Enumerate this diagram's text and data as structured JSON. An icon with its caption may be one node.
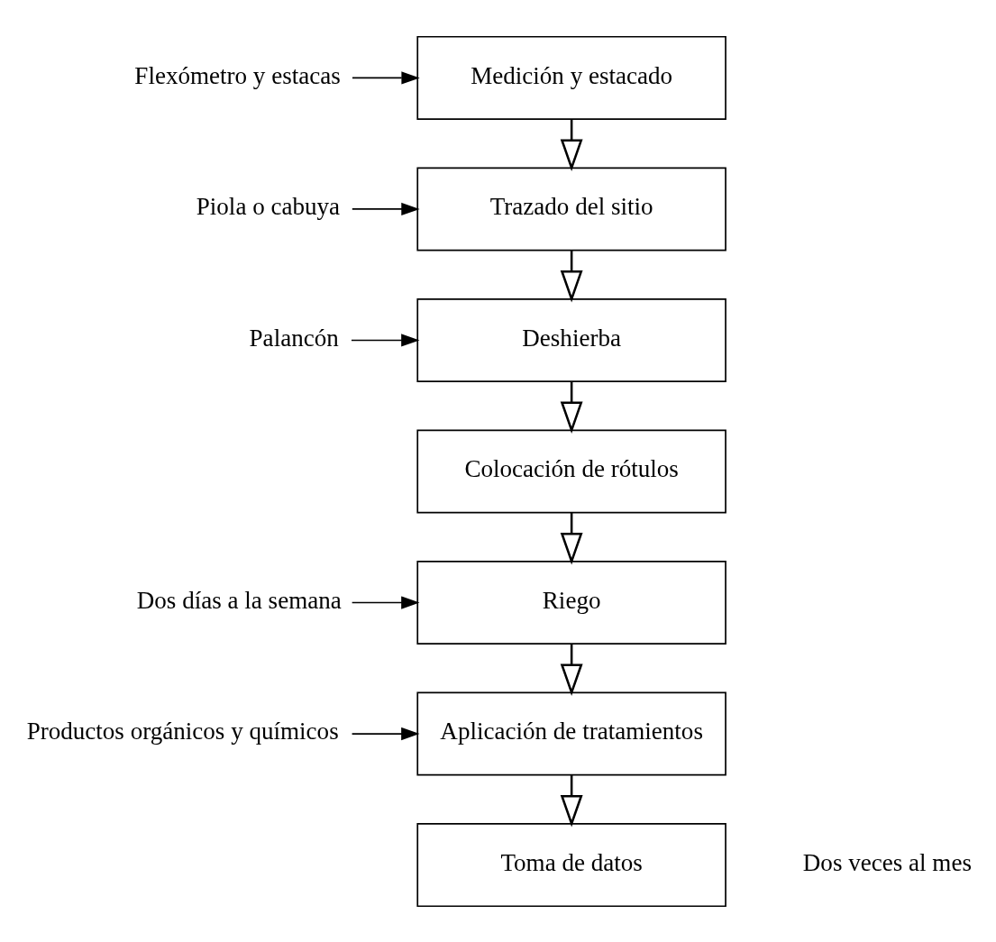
{
  "diagram": {
    "nodes": [
      {
        "text": [
          "Medición y estacado"
        ]
      },
      {
        "text": [
          "Trazado del sitio"
        ]
      },
      {
        "text": [
          "Deshierba"
        ]
      },
      {
        "text": [
          "Colocación de rótulos"
        ]
      },
      {
        "text": [
          "Riego"
        ]
      },
      {
        "text": [
          "Aplicación de tratamientos"
        ]
      },
      {
        "text": [
          "Toma de datos"
        ]
      },
      {
        "text": [
          "Flexómetro y estacas"
        ]
      },
      {
        "text": [
          "Piola o cabuya"
        ]
      },
      {
        "text": [
          "Palancón"
        ]
      },
      {
        "text": [
          "Dos días a la semana"
        ]
      },
      {
        "text": [
          "Productos orgánicos y químicos"
        ]
      }
    ],
    "edges": [
      {
        "from": 0,
        "to": 1,
        "arrow": "to"
      },
      {
        "from": 1,
        "to": 2,
        "arrow": "to"
      },
      {
        "from": 2,
        "to": 3,
        "arrow": "to"
      },
      {
        "from": 3,
        "to": 4,
        "arrow": "to"
      },
      {
        "from": 4,
        "to": 5,
        "arrow": "to"
      },
      {
        "from": 5,
        "to": 6,
        "arrow": "to"
      },
      {
        "from": 7,
        "to": 0,
        "arrow": "to"
      },
      {
        "from": 8,
        "to": 1,
        "arrow": "to"
      },
      {
        "from": 9,
        "to": 2,
        "arrow": "to"
      },
      {
        "from": 10,
        "to": 4,
        "arrow": "to"
      },
      {
        "from": 11,
        "to": 5,
        "arrow": "to"
      }
    ],
    "labels": [
      "Dos veces al mes"
    ]
  }
}
